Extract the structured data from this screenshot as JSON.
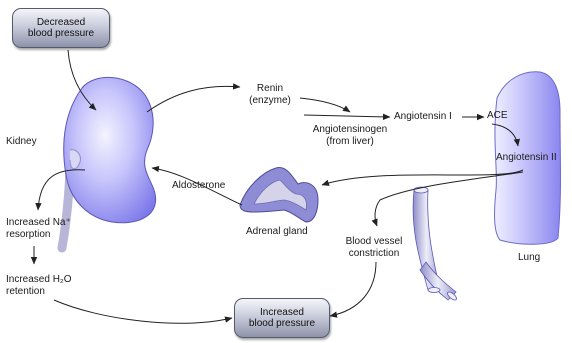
{
  "nodes": {
    "decreased_bp": [
      "Decreased",
      "blood pressure"
    ],
    "increased_bp": [
      "Increased",
      "blood pressure"
    ],
    "renin": [
      "Renin",
      "(enzyme)"
    ],
    "angiotensinogen": [
      "Angiotensinogen",
      "(from liver)"
    ],
    "angiotensin_1": "Angiotensin I",
    "ace": "ACE",
    "angiotensin_2": "Angiotensin II",
    "kidney": "Kidney",
    "aldosterone": "Aldosterone",
    "adrenal_gland": "Adrenal gland",
    "na_resorption": [
      "Increased Na⁺",
      "resorption"
    ],
    "h2o_retention": [
      "Increased H₂O",
      "retention"
    ],
    "vessel_constriction": [
      "Blood vessel",
      "constriction"
    ],
    "lung": "Lung"
  },
  "colors": {
    "organ_fill": "#8f8cf0",
    "organ_light": "#eeeeff",
    "pill_fill": "#b8bccd",
    "arrow": "#222222"
  }
}
